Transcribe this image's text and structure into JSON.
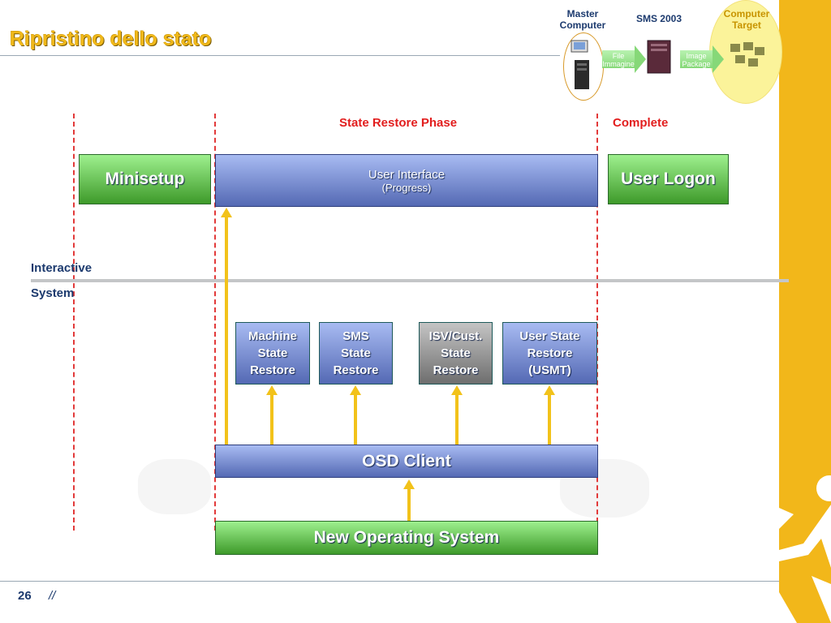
{
  "slide": {
    "title": "Ripristino dello stato",
    "page_number": "26",
    "footer_mark": "//"
  },
  "header_graphic": {
    "master_computer": "Master\nComputer",
    "sms": "SMS 2003",
    "computer_target": "Computer\nTarget",
    "arrow1": "File\nImmagine",
    "arrow2": "Image\nPackage"
  },
  "diagram": {
    "phase_label": "State Restore Phase",
    "complete_label": "Complete",
    "minisetup": "Minisetup",
    "user_interface": "User Interface",
    "user_interface_sub": "(Progress)",
    "user_logon": "User Logon",
    "interactive": "Interactive",
    "system": "System",
    "restore_boxes": [
      {
        "l1": "Machine",
        "l2": "State",
        "l3": "Restore"
      },
      {
        "l1": "SMS",
        "l2": "State",
        "l3": "Restore"
      },
      {
        "l1": "ISV/Cust.",
        "l2": "State",
        "l3": "Restore"
      },
      {
        "l1": "User State",
        "l2": "Restore",
        "l3": "(USMT)"
      }
    ],
    "osd_client": "OSD Client",
    "new_os": "New Operating System"
  },
  "colors": {
    "title": "#f0b81a",
    "accent_yellow": "#f2b71a",
    "red": "#e21e1e",
    "navy": "#1c3a6e"
  }
}
